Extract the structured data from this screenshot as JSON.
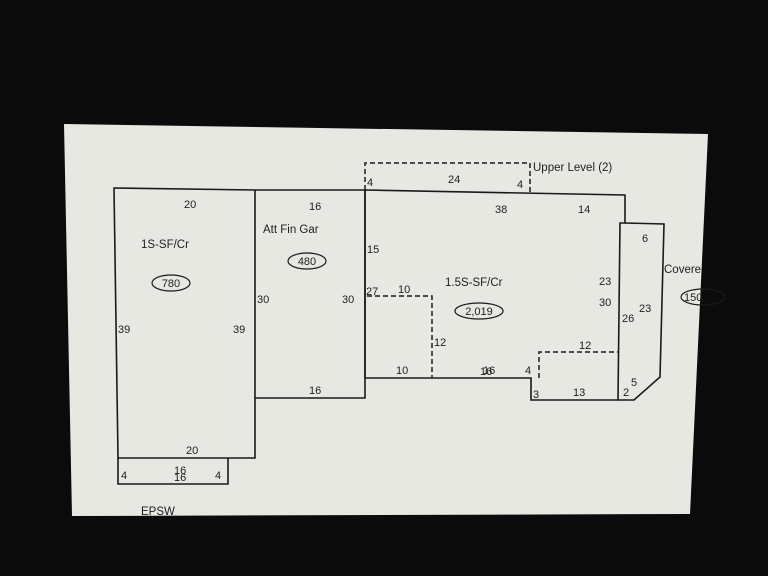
{
  "colors": {
    "background": "#0b0b0b",
    "paper": "#e7e8e2",
    "ink": "#1a1a1a"
  },
  "labels": {
    "upper_level": "Upper Level (2)",
    "one_story": "1S-SF/Cr",
    "garage": "Att Fin Gar",
    "main": "1.5S-SF/Cr",
    "covered": "Covere",
    "epsw": "EPSW"
  },
  "areas": {
    "one_story": "780",
    "garage": "480",
    "main": "2,019",
    "covered": "150"
  },
  "dimensions": {
    "ul_left": "4",
    "ul_top": "24",
    "ul_right": "4",
    "os_top": "20",
    "os_left": "39",
    "os_right": "39",
    "os_bottom": "20",
    "ep_left": "4",
    "ep_top": "16",
    "ep_bottom": "16",
    "ep_right": "4",
    "gar_top": "16",
    "gar_left": "30",
    "gar_right": "30",
    "gar_bottom": "16",
    "m_top1": "38",
    "m_top2": "14",
    "m_left": "15",
    "m_notch_left": "27",
    "m_notch_top": "10",
    "m_notch_right": "12",
    "m_notch_bottom": "10",
    "m_bottom_center": "16",
    "m_bottom_center_overlap": "16",
    "m_step": "4",
    "m_right1": "23",
    "m_right2": "30",
    "m_dash_top": "12",
    "m_bottom_left": "3",
    "m_bottom": "13",
    "m_bottom_right": "2",
    "c_top": "6",
    "c_left": "26",
    "c_right": "23",
    "c_chamfer": "5"
  }
}
